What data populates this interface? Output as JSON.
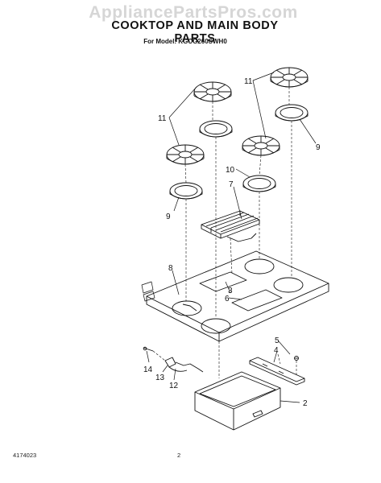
{
  "header": {
    "watermark": "AppliancePartsPros.com",
    "title": "COOKTOP AND MAIN BODY PARTS",
    "model_line": "For Model: KGCG260SWH0"
  },
  "footer": {
    "doc_number": "4174023",
    "page_number": "2"
  },
  "callouts": {
    "c11a": "11",
    "c11b": "11",
    "c9a": "9",
    "c9b": "9",
    "c10": "10",
    "c7": "7",
    "c8": "8",
    "c3": "3",
    "c6": "6",
    "c5": "5",
    "c4": "4",
    "c14": "14",
    "c13": "13",
    "c12": "12",
    "c2": "2"
  },
  "colors": {
    "ink": "#111111",
    "watermark": "#d6d6d6"
  }
}
